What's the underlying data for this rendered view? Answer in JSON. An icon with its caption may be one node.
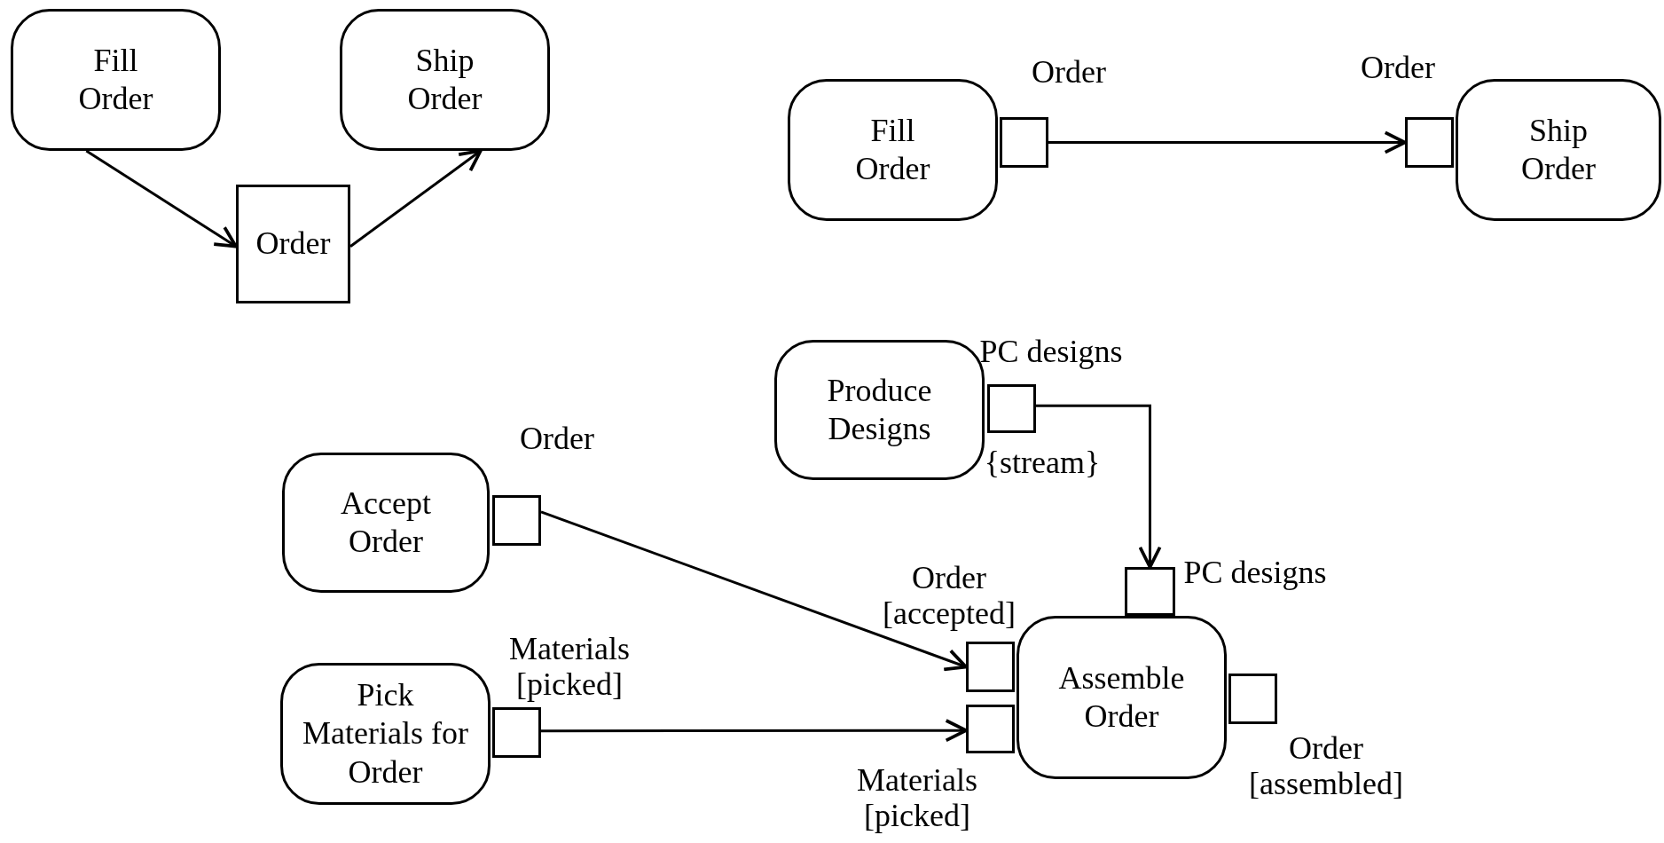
{
  "diagram": {
    "nodes": [
      {
        "text": [
          "Fill Order"
        ]
      },
      {
        "text": [
          "Ship Order"
        ]
      },
      {
        "text": [
          "Order"
        ]
      },
      {
        "text": [
          "Fill Order"
        ]
      },
      {
        "text": [],
        "shape": "box",
        "beside": [
          "Order"
        ]
      },
      {
        "text": [],
        "shape": "box",
        "beside": [
          "Order"
        ]
      },
      {
        "text": [
          "Ship Order"
        ]
      },
      {
        "text": [
          "Produce Designs"
        ]
      },
      {
        "text": [],
        "shape": "box",
        "beside": [
          "PC designs",
          "{stream}"
        ]
      },
      {
        "text": [
          "Accept Order"
        ]
      },
      {
        "text": [],
        "shape": "box",
        "beside": [
          "Order"
        ]
      },
      {
        "text": [],
        "shape": "box",
        "beside": [
          "PC designs"
        ]
      },
      {
        "text": [],
        "shape": "box",
        "beside": [
          "Order [accepted]"
        ]
      },
      {
        "text": [
          "Pick Materials for Order"
        ]
      },
      {
        "text": [],
        "shape": "box",
        "beside": [
          "Materials [picked]"
        ]
      },
      {
        "text": [
          "Assemble Order"
        ]
      },
      {
        "text": [],
        "shape": "box",
        "beside": [
          "Materials [picked]"
        ]
      },
      {
        "text": [],
        "shape": "box",
        "beside": [
          "Order [assembled]"
        ]
      }
    ],
    "edges": [
      {
        "from": 0,
        "to": 2,
        "arrow": "to"
      },
      {
        "from": 2,
        "to": 1,
        "arrow": "to"
      },
      {
        "from": 4,
        "to": 5,
        "arrow": "to"
      },
      {
        "from": 8,
        "to": 11,
        "arrow": "to"
      },
      {
        "from": 10,
        "to": 12,
        "arrow": "to"
      },
      {
        "from": 14,
        "to": 16,
        "arrow": "to"
      }
    ]
  }
}
